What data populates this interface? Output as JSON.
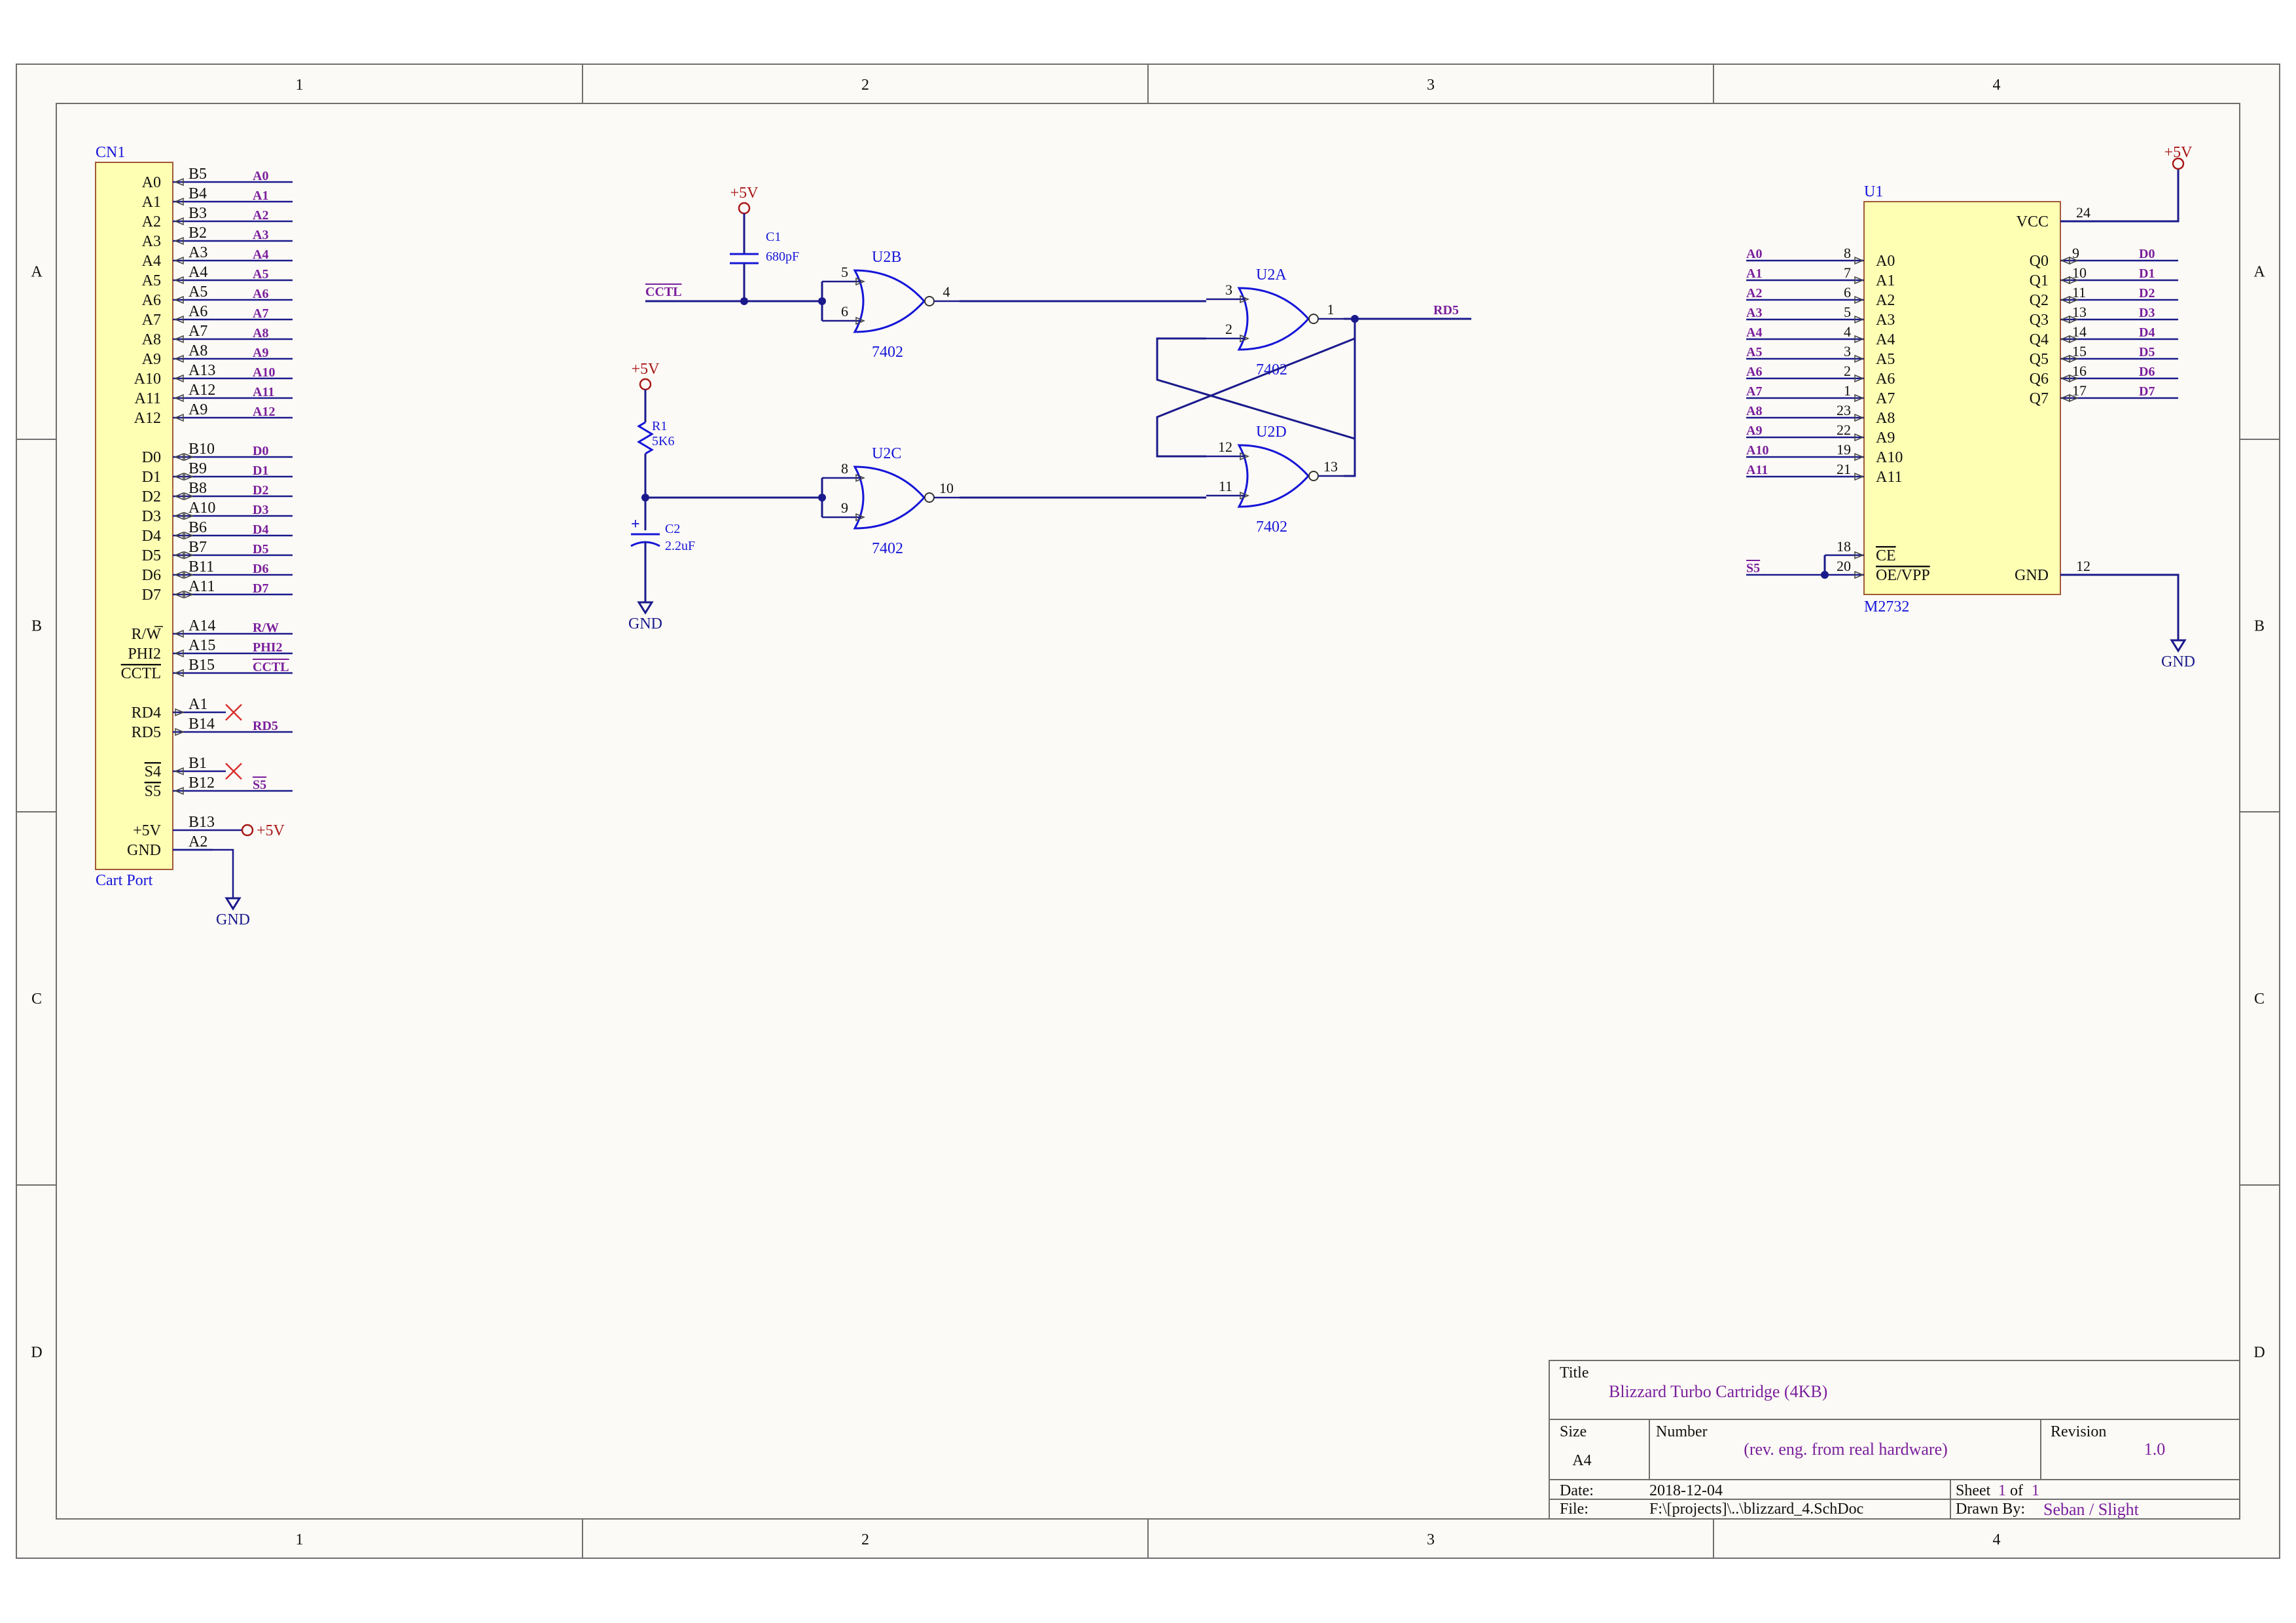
{
  "frame": {
    "columns": [
      "1",
      "2",
      "3",
      "4"
    ],
    "rows": [
      "A",
      "B",
      "C",
      "D"
    ]
  },
  "colors": {
    "background": "#fcfaf6",
    "border": "#6f6f6f",
    "wire": "#1a1a8c",
    "net_label": "#7a1f9c",
    "power": "#a81818",
    "gate": "#1515d8",
    "component_fill": "#ffffb4",
    "component_border": "#a05a36"
  },
  "cn1": {
    "designator": "CN1",
    "name": "Cart Port",
    "pins": [
      {
        "inner": "A0",
        "outer": "B5",
        "net": "A0",
        "dir": "in"
      },
      {
        "inner": "A1",
        "outer": "B4",
        "net": "A1",
        "dir": "in"
      },
      {
        "inner": "A2",
        "outer": "B3",
        "net": "A2",
        "dir": "in"
      },
      {
        "inner": "A3",
        "outer": "B2",
        "net": "A3",
        "dir": "in"
      },
      {
        "inner": "A4",
        "outer": "A3",
        "net": "A4",
        "dir": "in"
      },
      {
        "inner": "A5",
        "outer": "A4",
        "net": "A5",
        "dir": "in"
      },
      {
        "inner": "A6",
        "outer": "A5",
        "net": "A6",
        "dir": "in"
      },
      {
        "inner": "A7",
        "outer": "A6",
        "net": "A7",
        "dir": "in"
      },
      {
        "inner": "A8",
        "outer": "A7",
        "net": "A8",
        "dir": "in"
      },
      {
        "inner": "A9",
        "outer": "A8",
        "net": "A9",
        "dir": "in"
      },
      {
        "inner": "A10",
        "outer": "A13",
        "net": "A10",
        "dir": "in"
      },
      {
        "inner": "A11",
        "outer": "A12",
        "net": "A11",
        "dir": "in"
      },
      {
        "inner": "A12",
        "outer": "A9",
        "net": "A12",
        "dir": "in"
      },
      {
        "inner": "D0",
        "outer": "B10",
        "net": "D0",
        "dir": "bi"
      },
      {
        "inner": "D1",
        "outer": "B9",
        "net": "D1",
        "dir": "bi"
      },
      {
        "inner": "D2",
        "outer": "B8",
        "net": "D2",
        "dir": "bi"
      },
      {
        "inner": "D3",
        "outer": "A10",
        "net": "D3",
        "dir": "bi"
      },
      {
        "inner": "D4",
        "outer": "B6",
        "net": "D4",
        "dir": "bi"
      },
      {
        "inner": "D5",
        "outer": "B7",
        "net": "D5",
        "dir": "bi"
      },
      {
        "inner": "D6",
        "outer": "B11",
        "net": "D6",
        "dir": "bi"
      },
      {
        "inner": "D7",
        "outer": "A11",
        "net": "D7",
        "dir": "bi"
      },
      {
        "inner": "R/W",
        "outer": "A14",
        "net": "R/W",
        "dir": "in"
      },
      {
        "inner": "PHI2",
        "outer": "A15",
        "net": "PHI2",
        "dir": "in"
      },
      {
        "inner": "CCTL",
        "outer": "B15",
        "net": "CCTL",
        "dir": "in"
      },
      {
        "inner": "RD4",
        "outer": "A1",
        "net": "",
        "dir": "out"
      },
      {
        "inner": "RD5",
        "outer": "B14",
        "net": "RD5",
        "dir": "out"
      },
      {
        "inner": "S4",
        "outer": "B1",
        "net": "",
        "dir": "in"
      },
      {
        "inner": "S5",
        "outer": "B12",
        "net": "S5",
        "dir": "in"
      },
      {
        "inner": "+5V",
        "outer": "B13",
        "net": "",
        "dir": "pwr"
      },
      {
        "inner": "GND",
        "outer": "A2",
        "net": "",
        "dir": "pwr"
      }
    ],
    "power_label": "+5V",
    "gnd_label": "GND"
  },
  "gates": [
    {
      "designator": "U2B",
      "type": "7402",
      "in1": "5",
      "in2": "6",
      "out": "4"
    },
    {
      "designator": "U2C",
      "type": "7402",
      "in1": "8",
      "in2": "9",
      "out": "10"
    },
    {
      "designator": "U2A",
      "type": "7402",
      "in1": "3",
      "in2": "2",
      "out": "1"
    },
    {
      "designator": "U2D",
      "type": "7402",
      "in1": "12",
      "in2": "11",
      "out": "13"
    }
  ],
  "c1": {
    "designator": "C1",
    "value": "680pF",
    "power": "+5V"
  },
  "r1": {
    "designator": "R1",
    "value": "5K6",
    "power": "+5V"
  },
  "c2": {
    "designator": "C2",
    "value": "2.2uF",
    "gnd": "GND",
    "polarity": "+"
  },
  "nets": {
    "cctl": "CCTL",
    "rd5": "RD5"
  },
  "u1": {
    "designator": "U1",
    "part": "M2732",
    "left_pins": [
      {
        "net": "A0",
        "num": "8",
        "name": "A0"
      },
      {
        "net": "A1",
        "num": "7",
        "name": "A1"
      },
      {
        "net": "A2",
        "num": "6",
        "name": "A2"
      },
      {
        "net": "A3",
        "num": "5",
        "name": "A3"
      },
      {
        "net": "A4",
        "num": "4",
        "name": "A4"
      },
      {
        "net": "A5",
        "num": "3",
        "name": "A5"
      },
      {
        "net": "A6",
        "num": "2",
        "name": "A6"
      },
      {
        "net": "A7",
        "num": "1",
        "name": "A7"
      },
      {
        "net": "A8",
        "num": "23",
        "name": "A8"
      },
      {
        "net": "A9",
        "num": "22",
        "name": "A9"
      },
      {
        "net": "A10",
        "num": "19",
        "name": "A10"
      },
      {
        "net": "A11",
        "num": "21",
        "name": "A11"
      }
    ],
    "right_pins": [
      {
        "net": "D0",
        "num": "9",
        "name": "Q0"
      },
      {
        "net": "D1",
        "num": "10",
        "name": "Q1"
      },
      {
        "net": "D2",
        "num": "11",
        "name": "Q2"
      },
      {
        "net": "D3",
        "num": "13",
        "name": "Q3"
      },
      {
        "net": "D4",
        "num": "14",
        "name": "Q4"
      },
      {
        "net": "D5",
        "num": "15",
        "name": "Q5"
      },
      {
        "net": "D6",
        "num": "16",
        "name": "Q6"
      },
      {
        "net": "D7",
        "num": "17",
        "name": "Q7"
      }
    ],
    "vcc_name": "VCC",
    "vcc_num": "24",
    "vcc_power": "+5V",
    "ce_name": "CE",
    "ce_num": "18",
    "oe_name": "OE/VPP",
    "oe_num": "20",
    "gnd_name": "GND",
    "gnd_num": "12",
    "gnd_symbol": "GND",
    "s5_net": "S5"
  },
  "title_block": {
    "title_label": "Title",
    "title": "Blizzard Turbo Cartridge (4KB)",
    "size_label": "Size",
    "size": "A4",
    "number_label": "Number",
    "number": "(rev. eng. from real hardware)",
    "revision_label": "Revision",
    "revision": "1.0",
    "date_label": "Date:",
    "date": "2018-12-04",
    "sheet_label": "Sheet",
    "sheet_num": "1",
    "sheet_of": "of",
    "sheet_total": "1",
    "file_label": "File:",
    "file": "F:\\[projects]\\..\\blizzard_4.SchDoc",
    "drawn_label": "Drawn By:",
    "drawn_by": "Seban / Slight"
  }
}
